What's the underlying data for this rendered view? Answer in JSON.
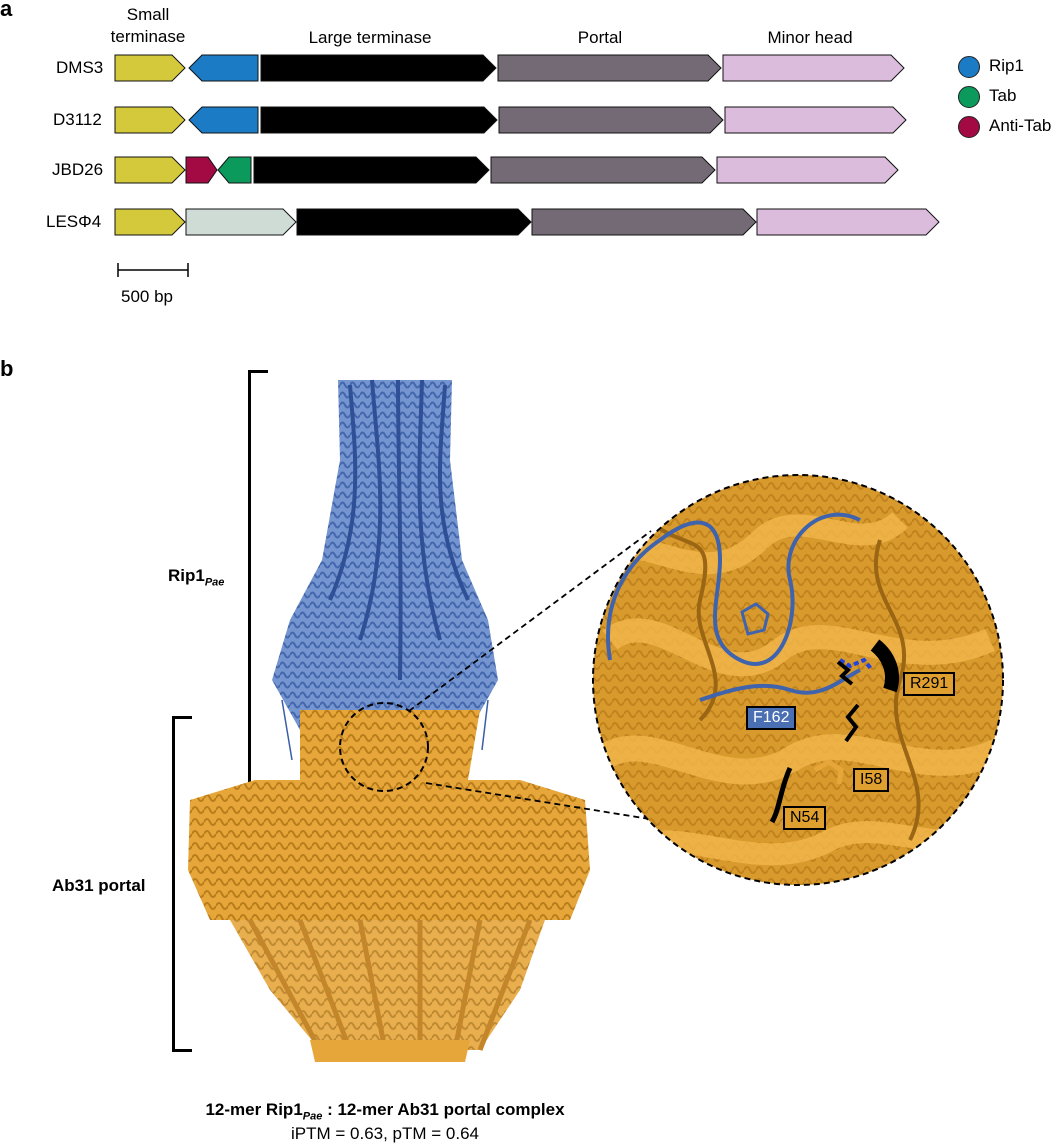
{
  "panel_a": {
    "letter": "a",
    "headers": {
      "small_terminase": "Small\nterminase",
      "large_terminase": "Large terminase",
      "portal": "Portal",
      "minor_head": "Minor head"
    },
    "rows": [
      {
        "label": "DMS3"
      },
      {
        "label": "D3112"
      },
      {
        "label": "JBD26"
      },
      {
        "label": "LESΦ4"
      }
    ],
    "legend": [
      {
        "label": "Rip1",
        "color": "#1b7bc4"
      },
      {
        "label": "Tab",
        "color": "#0b9a5c"
      },
      {
        "label": "Anti-Tab",
        "color": "#a30a43"
      }
    ],
    "scale_label": "500 bp",
    "colors": {
      "small_terminase": "#d4c93a",
      "large_terminase": "#000000",
      "portal": "#736a75",
      "minor_head": "#dcbcdc",
      "unknown": "#cfdcd6"
    }
  },
  "panel_b": {
    "letter": "b",
    "rip1_label": "Rip1",
    "rip1_sub": "Pae",
    "portal_label": "Ab31 portal",
    "residues": {
      "f162": "F162",
      "r291": "R291",
      "i58": "I58",
      "n54": "N54"
    },
    "caption_pre": "12-mer Rip1",
    "caption_sub": "Pae",
    "caption_post": " : 12-mer Ab31 portal complex",
    "caption_line2": "iPTM = 0.63, pTM = 0.64",
    "colors": {
      "rip1": "#4a6fb3",
      "portal": "#e0a030"
    }
  }
}
